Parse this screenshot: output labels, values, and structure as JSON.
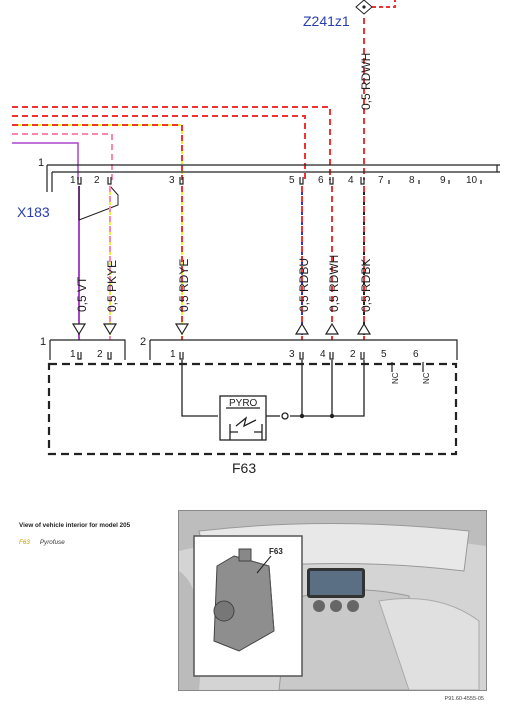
{
  "connectors": {
    "x183_label": "X183",
    "z241z1_label": "Z241z1",
    "f63_label": "F63",
    "x183_pins": [
      "1",
      "2",
      "3",
      "5",
      "6",
      "4",
      "7",
      "8",
      "9",
      "10"
    ],
    "f63_pins": [
      "1",
      "2",
      "1",
      "3",
      "4",
      "2",
      "5",
      "6"
    ],
    "pin_groups": [
      "1",
      "1",
      "2"
    ],
    "pyro_label": "PYRO",
    "nc_labels": [
      "NC",
      "NC"
    ]
  },
  "wires": [
    {
      "label": "0,5 RDWH"
    },
    {
      "label": "0,5 VT"
    },
    {
      "label": "0,5 PKYE"
    },
    {
      "label": "0,5 RDYE"
    },
    {
      "label": "0,5 RDBU"
    },
    {
      "label": "0,5 RDWH"
    },
    {
      "label": "0,5 RDBK"
    }
  ],
  "legend": {
    "title": "View of vehicle interior for model 205",
    "code": "F63",
    "description": "Pyrofuse"
  },
  "photo": {
    "callout": "F63"
  },
  "footer": "P91.60-4555-05"
}
